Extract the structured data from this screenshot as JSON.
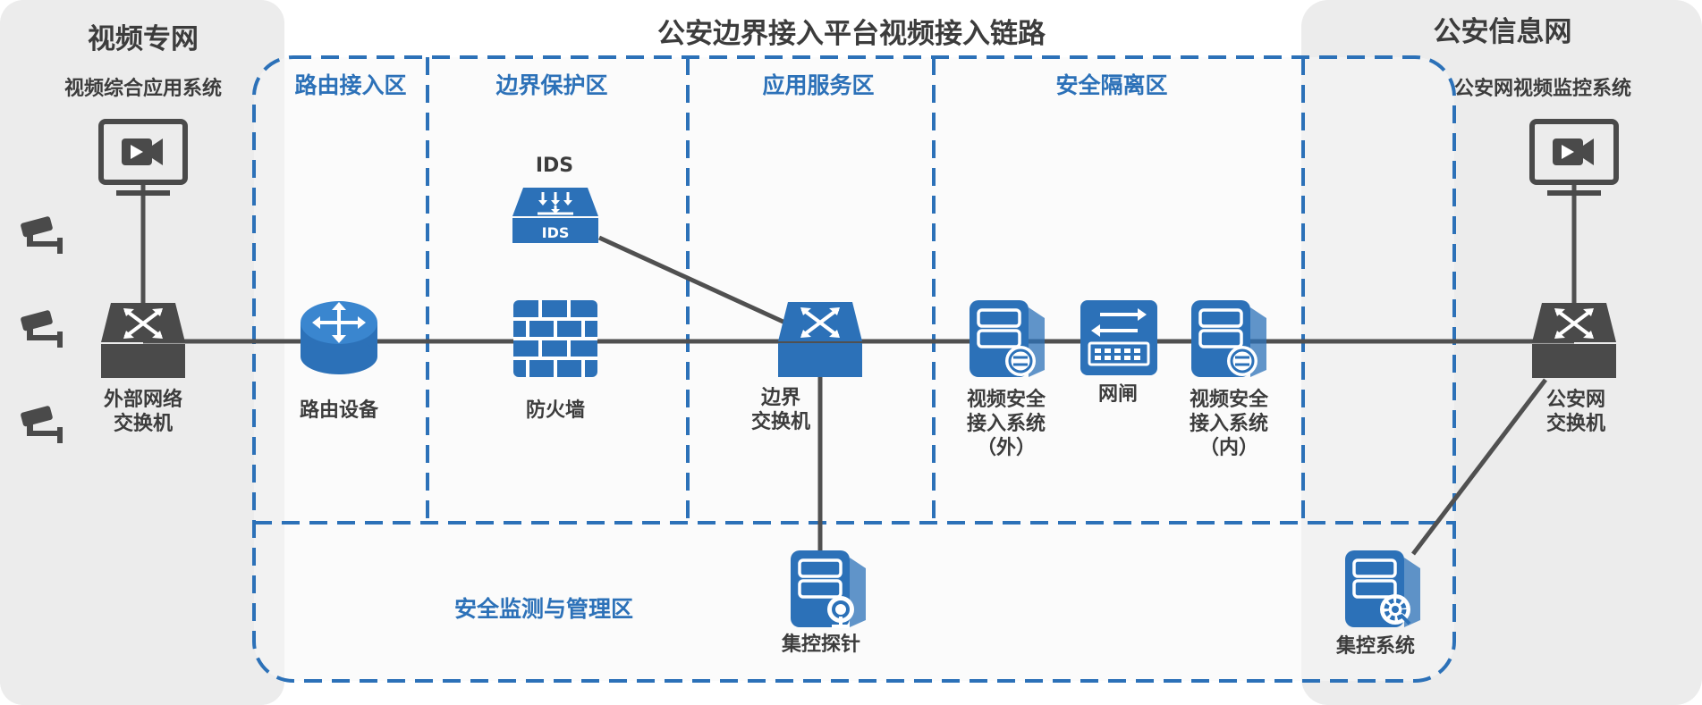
{
  "title": "公安边界接入平台视频接入链路",
  "left_panel": {
    "title": "视频专网",
    "system": "视频综合应用系统",
    "switch": "外部网络\n交换机"
  },
  "right_panel": {
    "title": "公安信息网",
    "system": "公安网视频监控系统",
    "switch": "公安网\n交换机",
    "control": "集控系统"
  },
  "zones": {
    "routing": "路由接入区",
    "border": "边界保护区",
    "app": "应用服务区",
    "isolation": "安全隔离区",
    "monitor": "安全监测与管理区"
  },
  "devices": {
    "router": "路由设备",
    "ids": "IDS",
    "ids_badge": "IDS",
    "firewall": "防火墙",
    "border_switch": "边界\n交换机",
    "video_out": "视频安全\n接入系统\n（外）",
    "gateway": "网闸",
    "video_in": "视频安全\n接入系统\n（内）",
    "probe": "集控探针"
  },
  "colors": {
    "accent": "#2c71b8",
    "dark_gray": "#4a4a4a",
    "panel_bg": "#ececec",
    "zone_bg": "#f8f8f8",
    "line": "#505050"
  }
}
